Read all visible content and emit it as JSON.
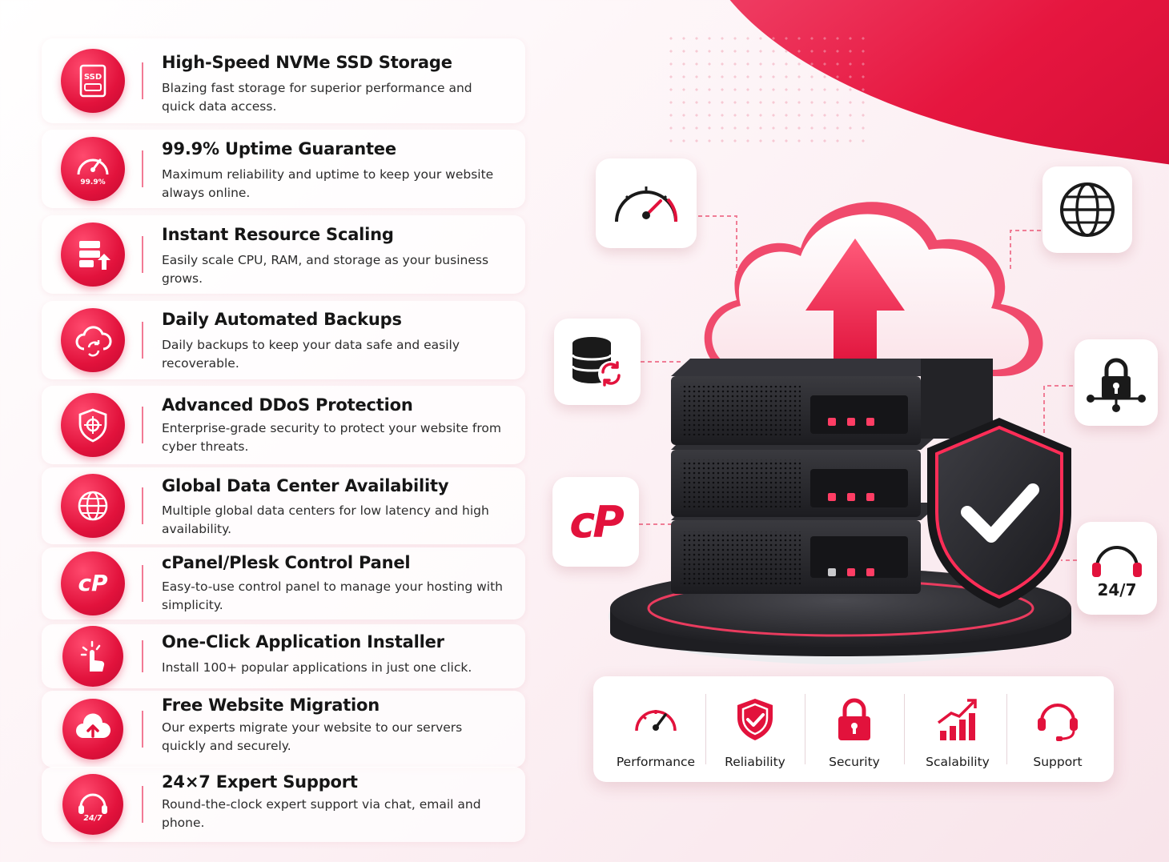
{
  "features": [
    {
      "icon": "ssd-icon",
      "title": "High-Speed NVMe SSD Storage",
      "desc": "Blazing fast storage for superior performance and quick data access.",
      "badge": "SSD"
    },
    {
      "icon": "speedometer-uptime-icon",
      "title": "99.9% Uptime Guarantee",
      "desc": "Maximum reliability and uptime to keep your website always online.",
      "badge": "99.9%"
    },
    {
      "icon": "server-scale-icon",
      "title": "Instant Resource Scaling",
      "desc": "Easily scale CPU, RAM, and storage as your business grows."
    },
    {
      "icon": "cloud-backup-icon",
      "title": "Daily Automated Backups",
      "desc": "Daily backups to keep your data safe and easily recoverable."
    },
    {
      "icon": "ddos-shield-icon",
      "title": "Advanced DDoS Protection",
      "desc": "Enterprise-grade security to protect your website from cyber threats."
    },
    {
      "icon": "globe-icon",
      "title": "Global Data Center Availability",
      "desc": "Multiple global data centers for low latency and high availability."
    },
    {
      "icon": "cpanel-icon",
      "title": "cPanel/Plesk Control Panel",
      "desc": "Easy-to-use control panel to manage your hosting with simplicity.",
      "badge": "cP"
    },
    {
      "icon": "one-click-icon",
      "title": "One-Click Application Installer",
      "desc": "Install 100+ popular applications in just one click."
    },
    {
      "icon": "cloud-migration-icon",
      "title": "Free Website Migration",
      "desc": "Our experts migrate your website to our servers quickly and securely."
    },
    {
      "icon": "headset-support-icon",
      "title": "24×7 Expert Support",
      "desc": "Round-the-clock expert support via chat, email and phone.",
      "badge": "24/7"
    }
  ],
  "tiles": {
    "cpanel_text": "cP",
    "support_text": "24/7"
  },
  "bottom_bar": [
    {
      "icon": "performance-icon",
      "label": "Performance"
    },
    {
      "icon": "reliability-icon",
      "label": "Reliability"
    },
    {
      "icon": "security-icon",
      "label": "Security"
    },
    {
      "icon": "scalability-icon",
      "label": "Scalability"
    },
    {
      "icon": "support-icon",
      "label": "Support"
    }
  ],
  "colors": {
    "accent": "#e2123c",
    "dark": "#2a2a2e"
  }
}
